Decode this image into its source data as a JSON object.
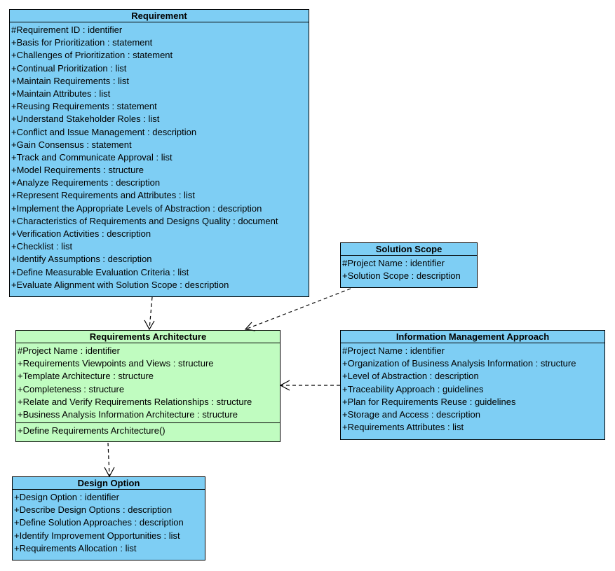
{
  "colors": {
    "class_blue": "#7ecef4",
    "class_green": "#c0fcc0",
    "line": "#000000"
  },
  "classes": {
    "requirement": {
      "name": "Requirement",
      "attributes": [
        "#Requirement ID : identifier",
        "+Basis for Prioritization : statement",
        "+Challenges of Prioritization : statement",
        "+Continual Prioritization : list",
        "+Maintain Requirements : list",
        "+Maintain Attributes : list",
        "+Reusing Requirements : statement",
        "+Understand Stakeholder Roles : list",
        "+Conflict and Issue Management : description",
        "+Gain Consensus : statement",
        "+Track and Communicate Approval : list",
        "+Model Requirements : structure",
        "+Analyze Requirements : description",
        "+Represent Requirements and Attributes : list",
        "+Implement the Appropriate Levels of Abstraction : description",
        "+Characteristics of Requirements and Designs Quality : document",
        "+Verification Activities : description",
        "+Checklist : list",
        "+Identify Assumptions : description",
        "+Define Measurable Evaluation Criteria : list",
        "+Evaluate Alignment with Solution Scope : description"
      ]
    },
    "solution_scope": {
      "name": "Solution Scope",
      "attributes": [
        "#Project Name : identifier",
        "+Solution Scope : description"
      ]
    },
    "requirements_architecture": {
      "name": "Requirements Architecture",
      "attributes": [
        "#Project Name : identifier",
        "+Requirements Viewpoints and Views : structure",
        "+Template Architecture : structure",
        "+Completeness : structure",
        "+Relate and Verify Requirements Relationships : structure",
        "+Business Analysis Information Architecture : structure"
      ],
      "operations": [
        "+Define Requirements Architecture()"
      ]
    },
    "information_management_approach": {
      "name": "Information Management Approach",
      "attributes": [
        "#Project Name : identifier",
        "+Organization of Business Analysis Information : structure",
        "+Level of Abstraction : description",
        "+Traceability Approach : guidelines",
        "+Plan for Requirements Reuse : guidelines",
        "+Storage and Access : description",
        "+Requirements Attributes : list"
      ]
    },
    "design_option": {
      "name": "Design Option",
      "attributes": [
        "+Design Option : identifier",
        "+Describe Design Options : description",
        "+Define Solution Approaches : description",
        "+Identify Improvement Opportunities : list",
        "+Requirements Allocation : list"
      ]
    }
  },
  "dependencies": [
    {
      "from": "Requirement",
      "to": "Requirements Architecture"
    },
    {
      "from": "Solution Scope",
      "to": "Requirements Architecture"
    },
    {
      "from": "Information Management Approach",
      "to": "Requirements Architecture"
    },
    {
      "from": "Requirements Architecture",
      "to": "Design Option"
    }
  ]
}
